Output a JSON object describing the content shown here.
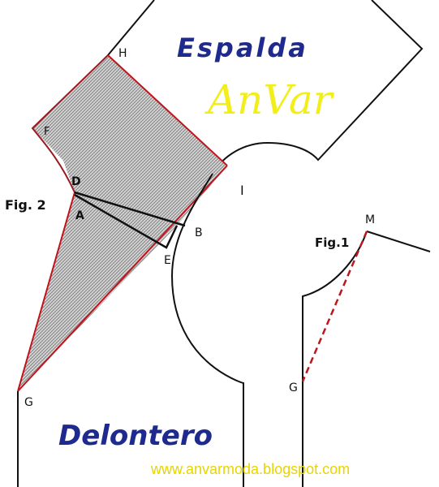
{
  "titles": {
    "back": "Espalda",
    "brand": "AnVar",
    "front": "Delontero",
    "website": "www.anvarmoda.blogspot.com"
  },
  "figures": {
    "fig2": "Fig. 2",
    "fig1": "Fig.1"
  },
  "points": {
    "H": "H",
    "F": "F",
    "D": "D",
    "A": "A",
    "I": "I",
    "B": "B",
    "E": "E",
    "G_main": "G",
    "M": "M",
    "G_fig1": "G"
  },
  "colors": {
    "back_title": "#1f2a8f",
    "brand": "#f2ee1c",
    "front_title": "#1f2a8f",
    "website": "#e8d400",
    "outline": "#111111",
    "red_edge": "#c0141c",
    "dashed": "#c0141c"
  }
}
